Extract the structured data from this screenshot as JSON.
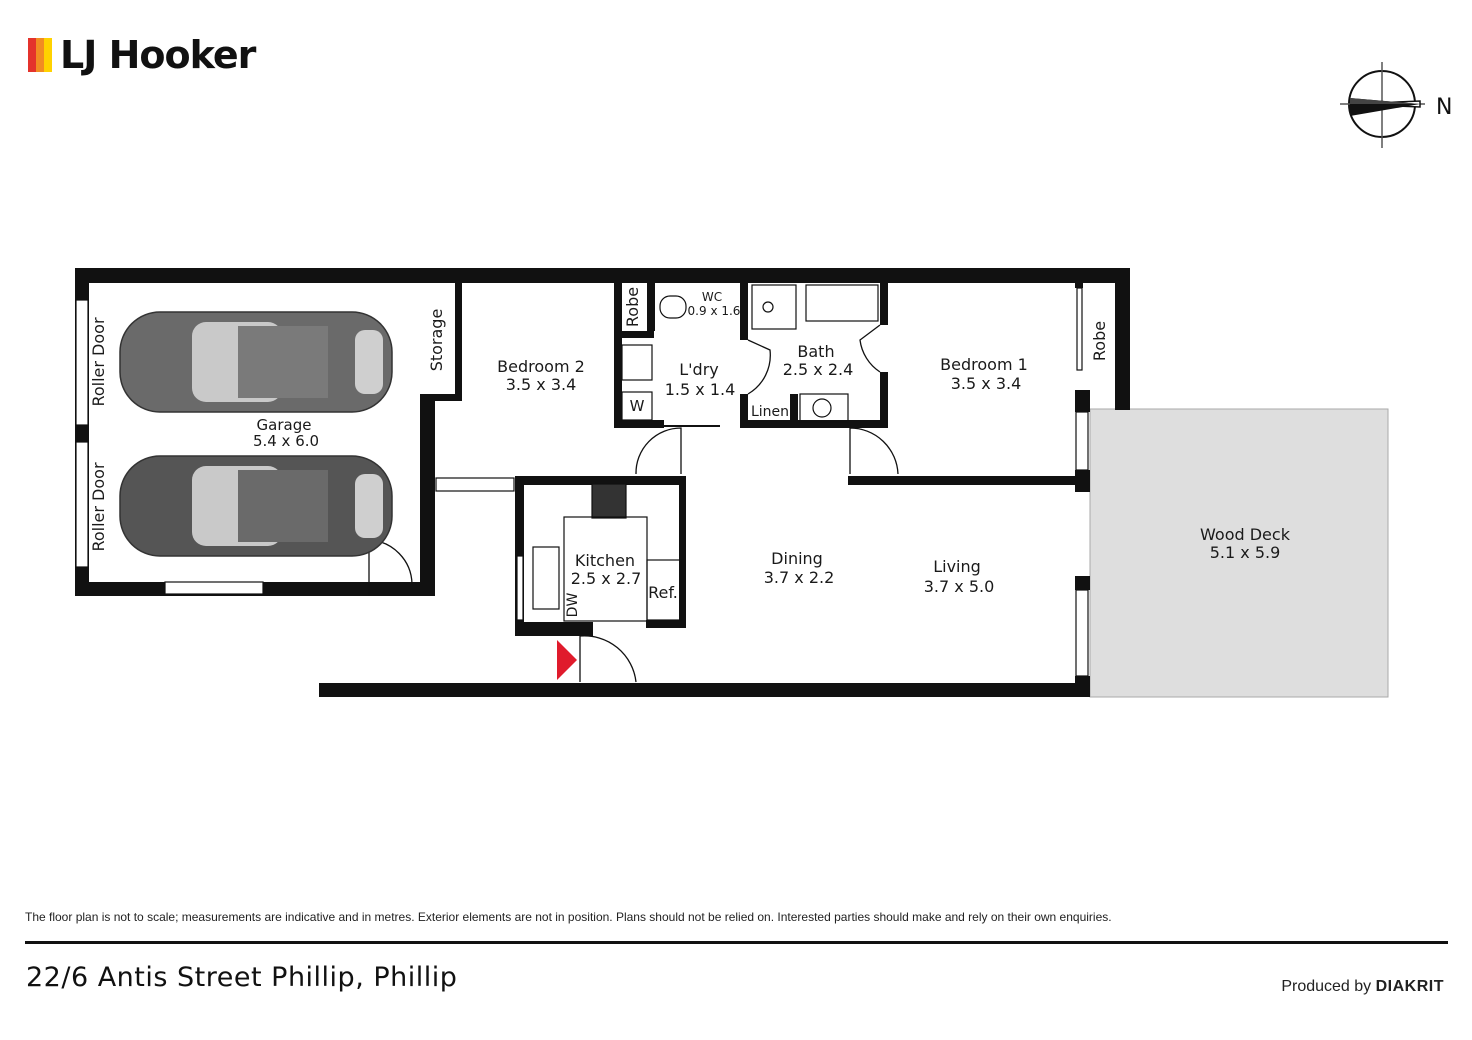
{
  "brand": {
    "name": "LJ Hooker",
    "colors": [
      "#e4332c",
      "#f28c22",
      "#ffd200"
    ]
  },
  "compass": {
    "label": "N"
  },
  "rooms": {
    "garage": {
      "name": "Garage",
      "size": "5.4 x 6.0"
    },
    "roller_door_1": {
      "name": "Roller Door"
    },
    "roller_door_2": {
      "name": "Roller Door"
    },
    "storage": {
      "name": "Storage"
    },
    "bedroom2": {
      "name": "Bedroom 2",
      "size": "3.5 x 3.4"
    },
    "robe_left": {
      "name": "Robe"
    },
    "wc": {
      "name": "WC",
      "size": "0.9 x 1.6"
    },
    "laundry": {
      "name": "L'dry",
      "size": "1.5 x 1.4"
    },
    "washer": {
      "name": "W"
    },
    "bath": {
      "name": "Bath",
      "size": "2.5 x 2.4"
    },
    "linen": {
      "name": "Linen"
    },
    "bedroom1": {
      "name": "Bedroom 1",
      "size": "3.5 x 3.4"
    },
    "robe_right": {
      "name": "Robe"
    },
    "kitchen": {
      "name": "Kitchen",
      "size": "2.5 x 2.7"
    },
    "ref": {
      "name": "Ref."
    },
    "dw": {
      "name": "DW"
    },
    "dining": {
      "name": "Dining",
      "size": "3.7 x 2.2"
    },
    "living": {
      "name": "Living",
      "size": "3.7 x 5.0"
    },
    "wood_deck": {
      "name": "Wood Deck",
      "size": "5.1 x 5.9"
    }
  },
  "disclaimer": "The floor plan is not to scale; measurements are indicative and in metres. Exterior elements are not in position. Plans should not be relied on. Interested parties should make and rely on their own enquiries.",
  "address": "22/6 Antis Street Phillip, Phillip",
  "credit": {
    "prefix": "Produced by",
    "company": "DIAKRIT"
  }
}
